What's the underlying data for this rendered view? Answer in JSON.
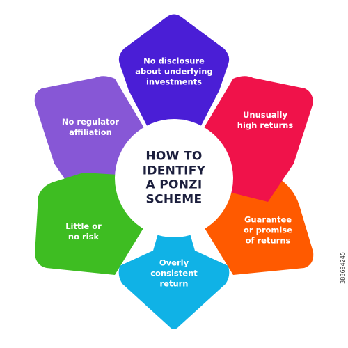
{
  "center": {
    "title_lines": [
      "HOW TO",
      "IDENTIFY",
      "A PONZI",
      "SCHEME"
    ]
  },
  "petals": [
    {
      "color": "#4a1ed6",
      "lines": [
        "No disclosure",
        "about underlying",
        "investments"
      ]
    },
    {
      "color": "#f0124a",
      "lines": [
        "Unusually",
        "high returns"
      ]
    },
    {
      "color": "#ff5a00",
      "lines": [
        "Guarantee",
        "or promise",
        "of returns"
      ]
    },
    {
      "color": "#10b2e6",
      "lines": [
        "Overly",
        "consistent",
        "return"
      ]
    },
    {
      "color": "#3ebd22",
      "lines": [
        "Little or",
        "no risk"
      ]
    },
    {
      "color": "#8757d6",
      "lines": [
        "No regulator",
        "affiliation"
      ]
    }
  ],
  "stock_id": "383694245"
}
